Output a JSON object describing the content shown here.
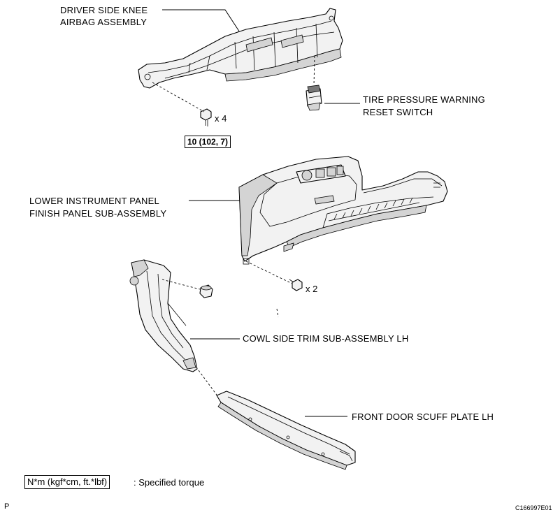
{
  "labels": {
    "knee_airbag_1": "DRIVER SIDE KNEE",
    "knee_airbag_2": "AIRBAG ASSEMBLY",
    "reset_switch_1": "TIRE PRESSURE WARNING",
    "reset_switch_2": "RESET SWITCH",
    "lower_panel_1": "LOWER INSTRUMENT PANEL",
    "lower_panel_2": "FINISH PANEL SUB-ASSEMBLY",
    "cowl_trim": "COWL SIDE TRIM SUB-ASSEMBLY LH",
    "scuff_plate": "FRONT DOOR SCUFF PLATE LH"
  },
  "fasteners": {
    "bolt_qty_top": "x 4",
    "bolt_qty_panel": "x 2",
    "torque_value": "10 (102, 7)"
  },
  "legend": {
    "unit_box": "N*m (kgf*cm, ft.*lbf)",
    "unit_desc": ": Specified torque"
  },
  "footer": {
    "page_marker": "P",
    "figure_code": "C166997E01"
  }
}
